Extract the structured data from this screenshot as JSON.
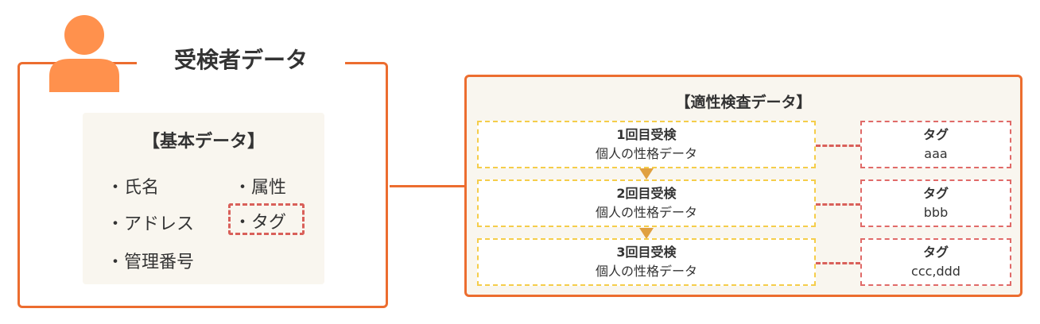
{
  "examinee": {
    "title": "受検者データ",
    "icon": "person-icon",
    "color": "#ec6d2f"
  },
  "basic": {
    "title": "【基本データ】",
    "items": [
      "・氏名",
      "・アドレス",
      "・管理番号",
      "・属性",
      "・タグ"
    ]
  },
  "aptitude": {
    "title": "【適性検査データ】",
    "exams": [
      {
        "label": "1回目受検",
        "desc": "個人の性格データ",
        "tag_label": "タグ",
        "tag_value": "aaa"
      },
      {
        "label": "2回目受検",
        "desc": "個人の性格データ",
        "tag_label": "タグ",
        "tag_value": "bbb"
      },
      {
        "label": "3回目受検",
        "desc": "個人の性格データ",
        "tag_label": "タグ",
        "tag_value": "ccc,ddd"
      }
    ]
  }
}
